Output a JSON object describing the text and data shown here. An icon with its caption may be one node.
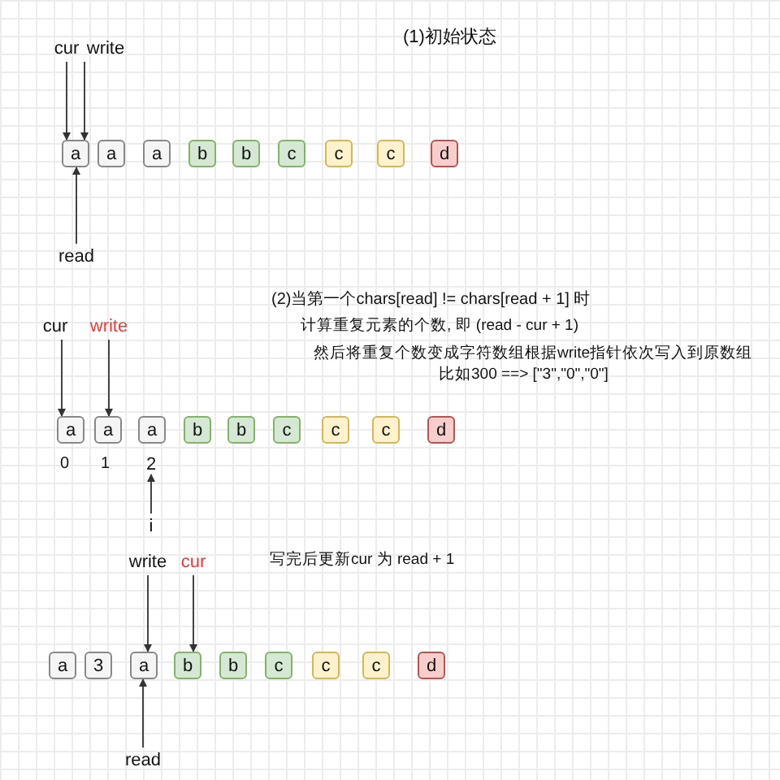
{
  "diagram": {
    "nodes": [
      {
        "text": [
          "cur"
        ]
      },
      {
        "text": [
          "write"
        ]
      },
      {
        "text": [
          "a"
        ]
      },
      {
        "text": [
          "a"
        ]
      },
      {
        "text": [
          "a"
        ]
      },
      {
        "text": [
          "b"
        ]
      },
      {
        "text": [
          "b"
        ]
      },
      {
        "text": [
          "c"
        ]
      },
      {
        "text": [
          "c"
        ]
      },
      {
        "text": [
          "c"
        ]
      },
      {
        "text": [
          "d"
        ]
      },
      {
        "text": [
          "read"
        ]
      },
      {
        "text": [
          "cur"
        ]
      },
      {
        "text": [
          "write"
        ]
      },
      {
        "text": [
          "a"
        ]
      },
      {
        "text": [
          "a"
        ]
      },
      {
        "text": [
          "a"
        ]
      },
      {
        "text": [
          "b"
        ]
      },
      {
        "text": [
          "b"
        ]
      },
      {
        "text": [
          "c"
        ]
      },
      {
        "text": [
          "c"
        ]
      },
      {
        "text": [
          "c"
        ]
      },
      {
        "text": [
          "d"
        ]
      },
      {
        "text": [
          "2"
        ]
      },
      {
        "text": [
          "i"
        ]
      },
      {
        "text": [
          "write"
        ]
      },
      {
        "text": [
          "cur"
        ]
      },
      {
        "text": [
          "a"
        ]
      },
      {
        "text": [
          "3"
        ]
      },
      {
        "text": [
          "a"
        ]
      },
      {
        "text": [
          "b"
        ]
      },
      {
        "text": [
          "b"
        ]
      },
      {
        "text": [
          "c"
        ]
      },
      {
        "text": [
          "c"
        ]
      },
      {
        "text": [
          "c"
        ]
      },
      {
        "text": [
          "d"
        ]
      },
      {
        "text": [
          "read"
        ]
      }
    ],
    "edges": [
      {
        "from": 0,
        "to": 2,
        "arrow": "to"
      },
      {
        "from": 1,
        "to": 2,
        "arrow": "to"
      },
      {
        "from": 11,
        "to": 2,
        "arrow": "to"
      },
      {
        "from": 12,
        "to": 14,
        "arrow": "to"
      },
      {
        "from": 13,
        "to": 15,
        "arrow": "to"
      },
      {
        "from": 24,
        "to": 23,
        "arrow": "to"
      },
      {
        "from": 25,
        "to": 29,
        "arrow": "to"
      },
      {
        "from": 26,
        "to": 30,
        "arrow": "to"
      },
      {
        "from": 36,
        "to": 29,
        "arrow": "to"
      }
    ],
    "labels": [
      "(1)初始状态",
      "(2)当第一个chars[read] != chars[read + 1] 时",
      "计算重复元素的个数, 即 (read - cur + 1)",
      "然后将重复个数变成字符数组根据write指针依次写入到原数组",
      "比如300 ==> [\"3\",\"0\",\"0\"]",
      "0",
      "1",
      "写完后更新cur 为 read + 1"
    ]
  }
}
